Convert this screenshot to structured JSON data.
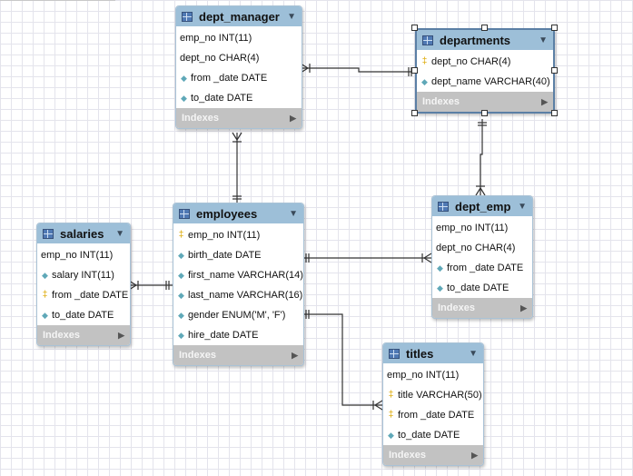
{
  "tables": [
    {
      "id": "dept_manager",
      "title": "dept_manager",
      "footer": "Indexes",
      "rows": [
        {
          "text": "emp_no INT(11)",
          "icon": "none"
        },
        {
          "text": "dept_no CHAR(4)",
          "icon": "none"
        },
        {
          "text": "from _date DATE",
          "icon": "column-diamond-icon"
        },
        {
          "text": "to_date DATE",
          "icon": "column-diamond-icon"
        }
      ]
    },
    {
      "id": "departments",
      "title": "departments",
      "footer": "Indexes",
      "selected": true,
      "rows": [
        {
          "text": "dept_no CHAR(4)",
          "icon": "primary-key-icon"
        },
        {
          "text": "dept_name VARCHAR(40)",
          "icon": "column-diamond-icon"
        }
      ]
    },
    {
      "id": "employees",
      "title": "employees",
      "footer": "Indexes",
      "rows": [
        {
          "text": "emp_no INT(11)",
          "icon": "primary-key-icon"
        },
        {
          "text": "birth_date DATE",
          "icon": "column-diamond-icon"
        },
        {
          "text": "first_name VARCHAR(14)",
          "icon": "column-diamond-icon"
        },
        {
          "text": "last_name VARCHAR(16)",
          "icon": "column-diamond-icon"
        },
        {
          "text": "gender ENUM('M', 'F')",
          "icon": "column-diamond-icon"
        },
        {
          "text": "hire_date DATE",
          "icon": "column-diamond-icon"
        }
      ]
    },
    {
      "id": "dept_emp",
      "title": "dept_emp",
      "footer": "Indexes",
      "rows": [
        {
          "text": "emp_no INT(11)",
          "icon": "none"
        },
        {
          "text": "dept_no CHAR(4)",
          "icon": "none"
        },
        {
          "text": "from _date DATE",
          "icon": "column-diamond-icon"
        },
        {
          "text": "to_date DATE",
          "icon": "column-diamond-icon"
        }
      ]
    },
    {
      "id": "salaries",
      "title": "salaries",
      "footer": "Indexes",
      "rows": [
        {
          "text": "emp_no INT(11)",
          "icon": "none"
        },
        {
          "text": "salary INT(11)",
          "icon": "column-diamond-icon"
        },
        {
          "text": "from _date DATE",
          "icon": "primary-key-icon"
        },
        {
          "text": "to_date DATE",
          "icon": "column-diamond-icon"
        }
      ]
    },
    {
      "id": "titles",
      "title": "titles",
      "footer": "Indexes",
      "rows": [
        {
          "text": "emp_no INT(11)",
          "icon": "none"
        },
        {
          "text": "title VARCHAR(50)",
          "icon": "primary-key-icon"
        },
        {
          "text": "from _date DATE",
          "icon": "primary-key-icon"
        },
        {
          "text": "to_date DATE",
          "icon": "column-diamond-icon"
        }
      ]
    }
  ],
  "relationships": [
    {
      "from": "dept_manager",
      "to": "departments",
      "from_end": "many",
      "to_end": "one"
    },
    {
      "from": "dept_manager",
      "to": "employees",
      "from_end": "many",
      "to_end": "one"
    },
    {
      "from": "departments",
      "to": "dept_emp",
      "from_end": "one",
      "to_end": "many"
    },
    {
      "from": "employees",
      "to": "dept_emp",
      "from_end": "one",
      "to_end": "many"
    },
    {
      "from": "salaries",
      "to": "employees",
      "from_end": "many",
      "to_end": "one"
    },
    {
      "from": "employees",
      "to": "titles",
      "from_end": "one",
      "to_end": "many"
    }
  ],
  "colors": {
    "header": "#9dbfd8",
    "footer": "#c2c2c2",
    "line": "#333333",
    "key": "#e2b629",
    "diamond": "#5fa8b8"
  }
}
